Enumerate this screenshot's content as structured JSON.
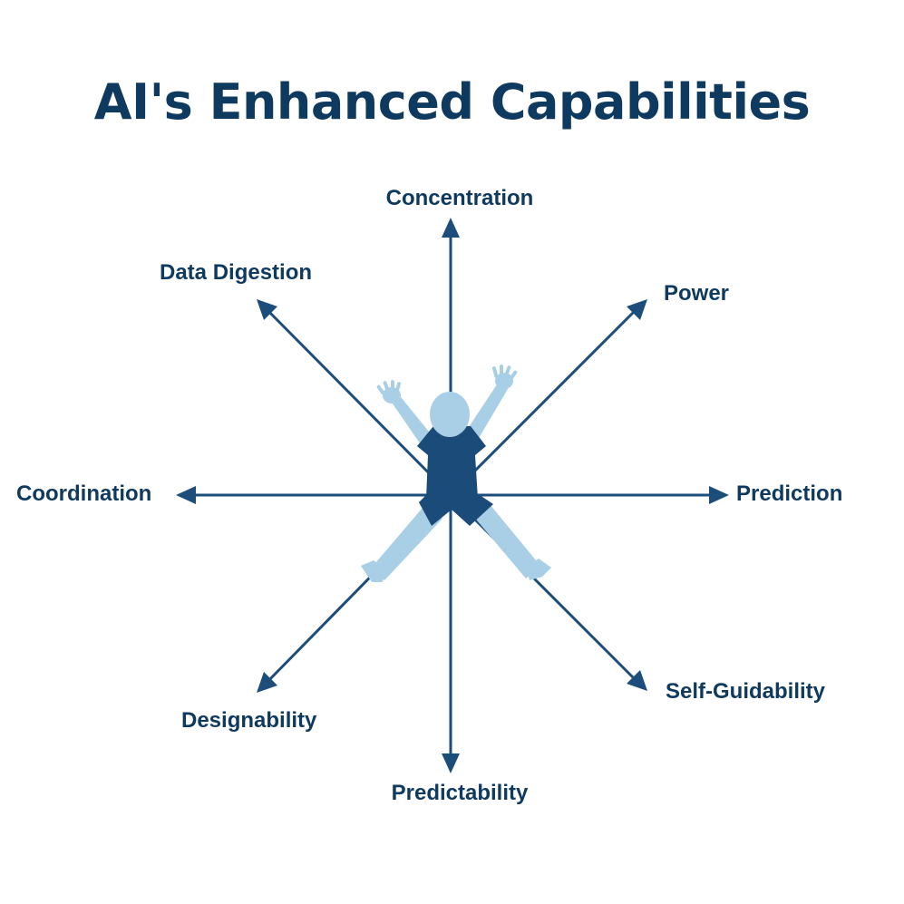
{
  "title": "AI's Enhanced Capabilities",
  "colors": {
    "navy": "#0f3a5f",
    "arrow": "#1d4e7b",
    "body_dark": "#1b4b78",
    "skin_light": "#a8cfe6"
  },
  "figure_icon": "person-star-pose-icon",
  "labels": {
    "north": "Concentration",
    "north_east": "Power",
    "east": "Prediction",
    "south_east": "Self-Guidability",
    "south": "Predictability",
    "south_west": "Designability",
    "west": "Coordination",
    "north_west": "Data Digestion"
  }
}
